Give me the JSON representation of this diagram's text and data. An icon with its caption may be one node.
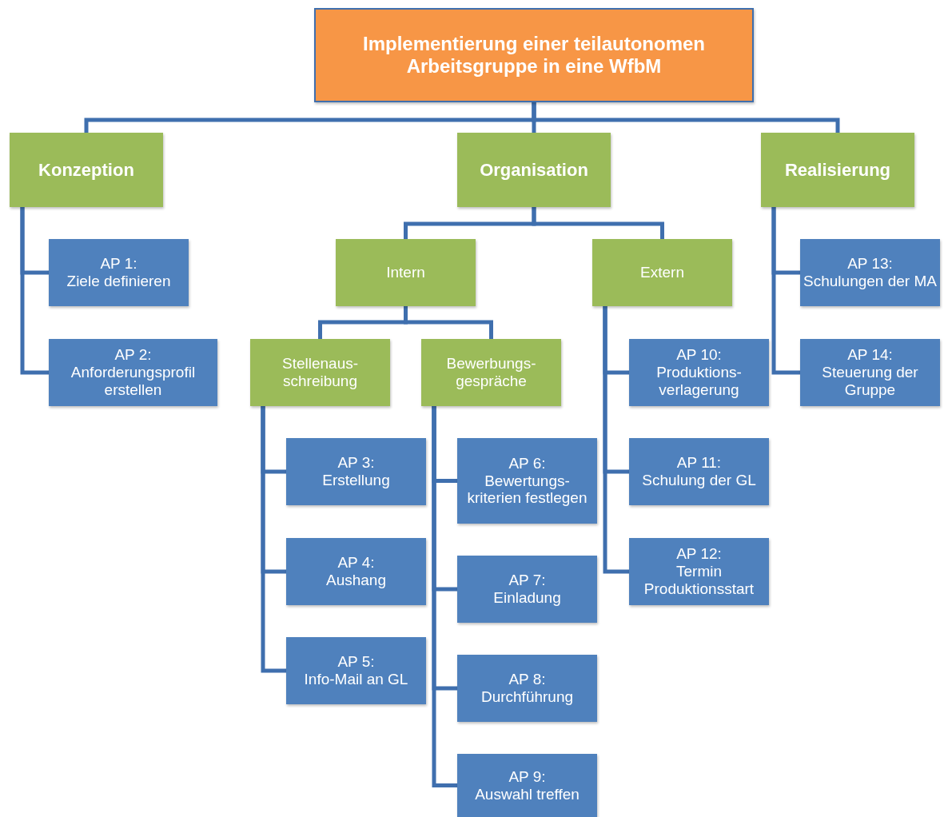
{
  "diagram": {
    "nodes": [
      {
        "text": [
          "Implementierung einer teilautonomen Arbeitsgruppe in eine WfbM"
        ]
      },
      {
        "text": [
          "Konzeption"
        ]
      },
      {
        "text": [
          "Organisation"
        ]
      },
      {
        "text": [
          "Realisierung"
        ]
      },
      {
        "text": [
          "AP 1:",
          "Ziele definieren"
        ]
      },
      {
        "text": [
          "AP 2:",
          "Anforderungsprofil erstellen"
        ]
      },
      {
        "text": [
          "Intern"
        ]
      },
      {
        "text": [
          "Extern"
        ]
      },
      {
        "text": [
          "Stellenaus- schreibung"
        ]
      },
      {
        "text": [
          "Bewerbungs- gespräche"
        ]
      },
      {
        "text": [
          "AP 3:",
          "Erstellung"
        ]
      },
      {
        "text": [
          "AP 4:",
          "Aushang"
        ]
      },
      {
        "text": [
          "AP 5:",
          "Info-Mail an GL"
        ]
      },
      {
        "text": [
          "AP 6:",
          "Bewertungs- kriterien festlegen"
        ]
      },
      {
        "text": [
          "AP 7:",
          "Einladung"
        ]
      },
      {
        "text": [
          "AP 8:",
          "Durchführung"
        ]
      },
      {
        "text": [
          "AP 9:",
          "Auswahl treffen"
        ]
      },
      {
        "text": [
          "AP 10:",
          "Produktions- verlagerung"
        ]
      },
      {
        "text": [
          "AP 11:",
          "Schulung der GL"
        ]
      },
      {
        "text": [
          "AP 12:",
          "Termin Produktionsstart"
        ]
      },
      {
        "text": [
          "AP 13:",
          "Schulungen der MA"
        ]
      },
      {
        "text": [
          "AP 14:",
          "Steuerung der Gruppe"
        ]
      }
    ],
    "edges": [
      {
        "from": 0,
        "to": 1,
        "arrow": "none"
      },
      {
        "from": 0,
        "to": 2,
        "arrow": "none"
      },
      {
        "from": 0,
        "to": 3,
        "arrow": "none"
      },
      {
        "from": 1,
        "to": 4,
        "arrow": "none"
      },
      {
        "from": 1,
        "to": 5,
        "arrow": "none"
      },
      {
        "from": 2,
        "to": 6,
        "arrow": "none"
      },
      {
        "from": 2,
        "to": 7,
        "arrow": "none"
      },
      {
        "from": 6,
        "to": 8,
        "arrow": "none"
      },
      {
        "from": 6,
        "to": 9,
        "arrow": "none"
      },
      {
        "from": 8,
        "to": 10,
        "arrow": "none"
      },
      {
        "from": 8,
        "to": 11,
        "arrow": "none"
      },
      {
        "from": 8,
        "to": 12,
        "arrow": "none"
      },
      {
        "from": 9,
        "to": 13,
        "arrow": "none"
      },
      {
        "from": 9,
        "to": 14,
        "arrow": "none"
      },
      {
        "from": 9,
        "to": 15,
        "arrow": "none"
      },
      {
        "from": 9,
        "to": 16,
        "arrow": "none"
      },
      {
        "from": 7,
        "to": 17,
        "arrow": "none"
      },
      {
        "from": 7,
        "to": 18,
        "arrow": "none"
      },
      {
        "from": 7,
        "to": 19,
        "arrow": "none"
      },
      {
        "from": 3,
        "to": 20,
        "arrow": "none"
      },
      {
        "from": 3,
        "to": 21,
        "arrow": "none"
      }
    ]
  }
}
